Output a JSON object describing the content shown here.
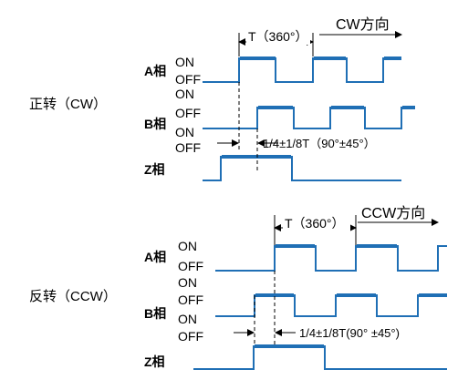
{
  "cw": {
    "direction_label": "正转（CW）",
    "period_label": "T（360°）",
    "rotation_label": "CW方向",
    "channel_a": "A相",
    "channel_b": "B相",
    "channel_z": "Z相",
    "on": "ON",
    "off": "OFF",
    "phase_label": "1/4±1/8T（90°±45°）"
  },
  "ccw": {
    "direction_label": "反转（CCW）",
    "period_label": "T（360°）",
    "rotation_label": "CCW方向",
    "channel_a": "A相",
    "channel_b": "B相",
    "channel_z": "Z相",
    "on": "ON",
    "off": "OFF",
    "phase_label": "1/4±1/8T(90° ±45°)"
  },
  "colors": {
    "signal": "#1f6fb5",
    "text": "#000000",
    "dimension": "#000000"
  }
}
